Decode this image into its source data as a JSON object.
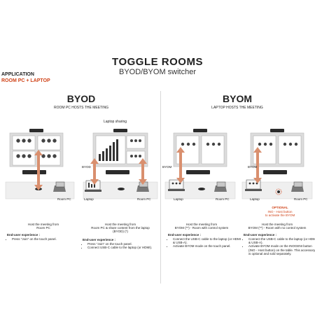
{
  "header": {
    "title": "TOGGLE ROOMS",
    "subtitle": "BYOD/BYOM switcher",
    "application_label": "APPLICATION",
    "application_value": "ROOM PC + LAPTOP"
  },
  "sections": {
    "byod": {
      "title": "BYOD",
      "subtitle": "ROOM PC HOSTS THE MEETING"
    },
    "byom": {
      "title": "BYOM",
      "subtitle": "LAPTOP HOSTS THE MEETING"
    }
  },
  "scenes": [
    {
      "labels": {
        "roompc": "Room PC"
      },
      "caption": "Host the meeting from\nRoom PC",
      "experience_title": "End-user experience :",
      "steps": [
        "Press \"Join\" on the touch panel."
      ]
    },
    {
      "labels": {
        "top": "Laptop sharing",
        "side": "BYOD",
        "laptop": "Laptop",
        "roompc": "Room PC"
      },
      "caption": "Host the meeting from\nRoom PC & share content from the laptop\n(BYOD) (*)",
      "experience_title": "End-user experience :",
      "steps": [
        "Press \"Join\" on the touch panel.",
        "Connect USB-C cable to the laptop (or HDMI)."
      ]
    },
    {
      "labels": {
        "side": "BYOM",
        "laptop": "Laptop",
        "roompc": "Room PC"
      },
      "caption": "Host the meeting from\nBYOM (**) - Room with control system",
      "experience_title": "End-user experience :",
      "steps": [
        "Connect the USB-C cable to the laptop (or HDMI & USB-A).",
        "Activate BYOM mode on the touch panel."
      ]
    },
    {
      "labels": {
        "side": "BYOM",
        "laptop": "Laptop",
        "roompc": "Room PC"
      },
      "optional_title": "OPTIONAL",
      "optional_text": "INO - Host button\nto activate the BYOM",
      "caption": "Host the meeting from\nBYOM (**) - Room with no control system",
      "experience_title": "End-user experience :",
      "steps": [
        "Connect the USB-C cable to the laptop (or HDMI & USB-A).",
        "Activate BYOM mode on the INOGENI button (INO - Host button) on the table. This accessory is optional and sold separately."
      ]
    }
  ],
  "colors": {
    "accent": "#d0451b",
    "arrow": "#d98f6e",
    "device": "#2b2b2b",
    "screen": "#dcdcdc"
  }
}
